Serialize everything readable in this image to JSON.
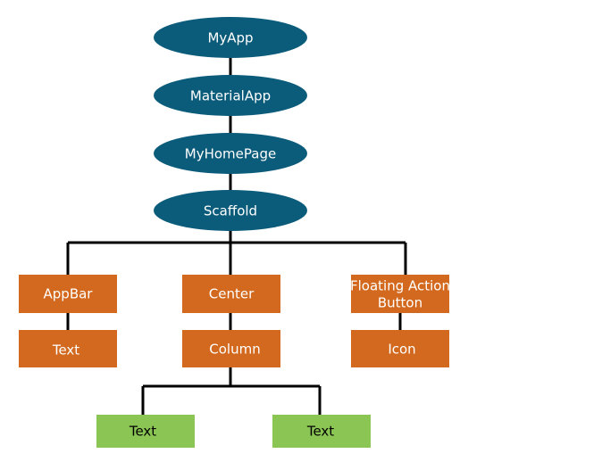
{
  "colors": {
    "ellipse_fill": "#0b5b7a",
    "orange_fill": "#d2691e",
    "green_fill": "#8bc655",
    "edge": "#000000"
  },
  "nodes": {
    "myapp": {
      "label": "MyApp"
    },
    "materialapp": {
      "label": "MaterialApp"
    },
    "myhomepage": {
      "label": "MyHomePage"
    },
    "scaffold": {
      "label": "Scaffold"
    },
    "appbar": {
      "label": "AppBar"
    },
    "center": {
      "label": "Center"
    },
    "fab": {
      "label_line1": "Floating Action",
      "label_line2": "Button"
    },
    "appbar_text": {
      "label": "Text"
    },
    "column": {
      "label": "Column"
    },
    "icon": {
      "label": "Icon"
    },
    "column_text_left": {
      "label": "Text"
    },
    "column_text_right": {
      "label": "Text"
    }
  }
}
